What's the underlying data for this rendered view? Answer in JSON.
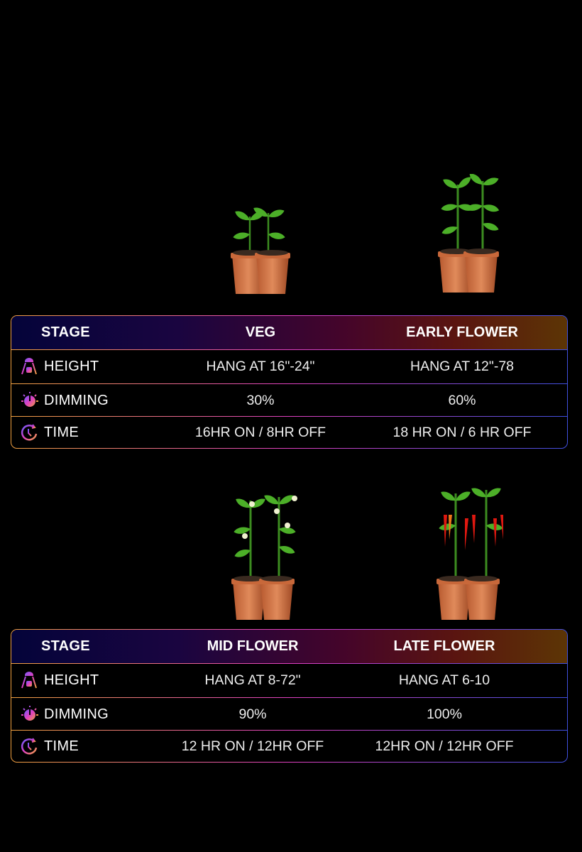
{
  "tables": [
    {
      "header": {
        "label": "STAGE",
        "col1": "VEG",
        "col2": "EARLY FLOWER"
      },
      "rows": [
        {
          "icon": "lamp-height-icon",
          "label": "HEIGHT",
          "col1": "HANG AT 16\"-24\"",
          "col2": "HANG AT 12\"-78"
        },
        {
          "icon": "dimmer-icon",
          "label": "DIMMING",
          "col1": "30%",
          "col2": "60%"
        },
        {
          "icon": "clock-icon",
          "label": "TIME",
          "col1": "16HR ON / 8HR OFF",
          "col2": "18 HR ON / 6 HR OFF"
        }
      ]
    },
    {
      "header": {
        "label": "STAGE",
        "col1": "MID FLOWER",
        "col2": "LATE FLOWER"
      },
      "rows": [
        {
          "icon": "lamp-height-icon",
          "label": "HEIGHT",
          "col1": "HANG AT 8-72\"",
          "col2": "HANG AT 6-10"
        },
        {
          "icon": "dimmer-icon",
          "label": "DIMMING",
          "col1": "90%",
          "col2": "100%"
        },
        {
          "icon": "clock-icon",
          "label": "TIME",
          "col1": "12 HR ON / 12HR OFF",
          "col2": "12HR ON / 12HR OFF"
        }
      ]
    }
  ],
  "colors": {
    "border_start": "#f0a040",
    "border_mid": "#e040c0",
    "border_end": "#4050e0",
    "header_start": "#04043a",
    "header_end": "#5c3505"
  }
}
